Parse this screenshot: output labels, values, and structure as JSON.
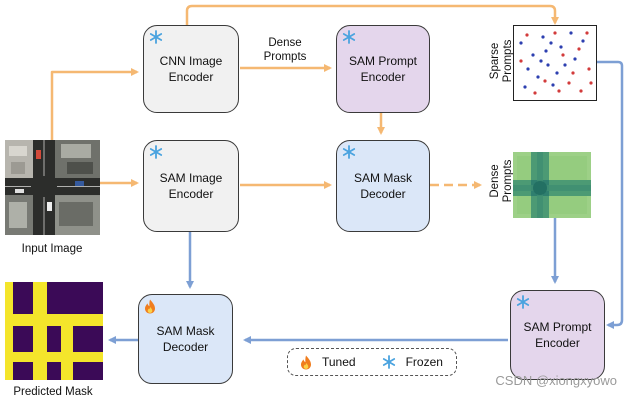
{
  "blocks": {
    "cnn_image_encoder": "CNN Image\nEncoder",
    "sam_prompt_encoder_top": "SAM Prompt\nEncoder",
    "sam_image_encoder": "SAM Image\nEncoder",
    "sam_mask_decoder_mid": "SAM Mask\nDecoder",
    "sam_prompt_encoder_right": "SAM Prompt\nEncoder",
    "sam_mask_decoder_bottom": "SAM Mask\nDecoder"
  },
  "labels": {
    "dense_prompts_top": "Dense\nPrompts",
    "sparse_prompts": "Sparse\nPrompts",
    "dense_prompts_side": "Dense\nPrompts",
    "input_image": "Input Image",
    "predicted_mask": "Predicted Mask"
  },
  "legend": {
    "tuned": "Tuned",
    "frozen": "Frozen"
  },
  "watermark": "CSDN @xiongxyowo",
  "colors": {
    "orange_arrow": "#f5b872",
    "blue_arrow": "#7d9fd4",
    "frozen_icon": "#4aa3df",
    "tuned_icon": "#f07d1e",
    "mask_yellow": "#f4e52b",
    "mask_purple": "#3b0a57"
  },
  "icons": {
    "frozen": "snowflake-icon",
    "tuned": "flame-icon"
  }
}
